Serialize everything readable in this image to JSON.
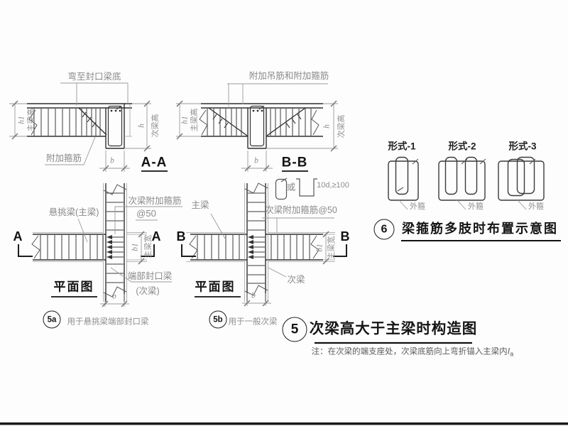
{
  "section_aa": {
    "title": "A-A",
    "label_top": "弯至封口梁底",
    "label_bottom": "附加箍筋",
    "dim_h1": "h1",
    "dim_h1_name": "主梁高",
    "dim_h": "h",
    "dim_h_name": "次梁高",
    "dim_b": "b"
  },
  "section_bb": {
    "title": "B-B",
    "label_top": "附加吊筋和附加箍筋",
    "dim_h1": "h1",
    "dim_h1_name": "主梁高",
    "dim_h": "h",
    "dim_h_name": "次梁高",
    "dim_b": "b"
  },
  "plan_left": {
    "title": "平面图",
    "marker": "A",
    "label_main_beam": "悬挑梁(主梁)",
    "label_stirrup_line1": "次梁附加箍筋",
    "label_stirrup_line2": "@50",
    "label_end_beam_line1": "端部封口梁",
    "label_end_beam_line2": "(次梁)",
    "dim_b1": "b1",
    "dim_b1_name": "主梁宽",
    "dim_b": "b",
    "caption_num": "5a",
    "caption_text": "用于悬挑梁端部封口梁"
  },
  "plan_mid": {
    "title": "平面图",
    "marker": "B",
    "label_main_beam": "主梁",
    "label_secondary_beam": "次梁",
    "label_stirrup": "次梁附加箍筋@50",
    "label_or": "或",
    "label_hook": "10d,≥100",
    "dim_b1": "b1",
    "dim_b1_name": "主梁宽",
    "dim_b": "b",
    "caption_num": "5b",
    "caption_text": "用于一般次梁"
  },
  "stirrup_forms": {
    "number": "6",
    "title": "梁箍筋多肢时布置示意图",
    "items": [
      {
        "label": "形式-1",
        "tag": "外箍"
      },
      {
        "label": "形式-2",
        "tag": "外箍"
      },
      {
        "label": "形式-3",
        "tag": "外箍"
      }
    ]
  },
  "main_title": {
    "number": "5",
    "text": "次梁高大于主梁时构造图",
    "note": "注：在次梁的端支座处，次梁底筋向上弯折锚入主梁内",
    "note_var": "l",
    "note_sub": "a"
  },
  "colors": {
    "line": "#2e2e2e",
    "thin": "#9a9a9a",
    "label": "#8a8a8a",
    "title": "#141414"
  }
}
